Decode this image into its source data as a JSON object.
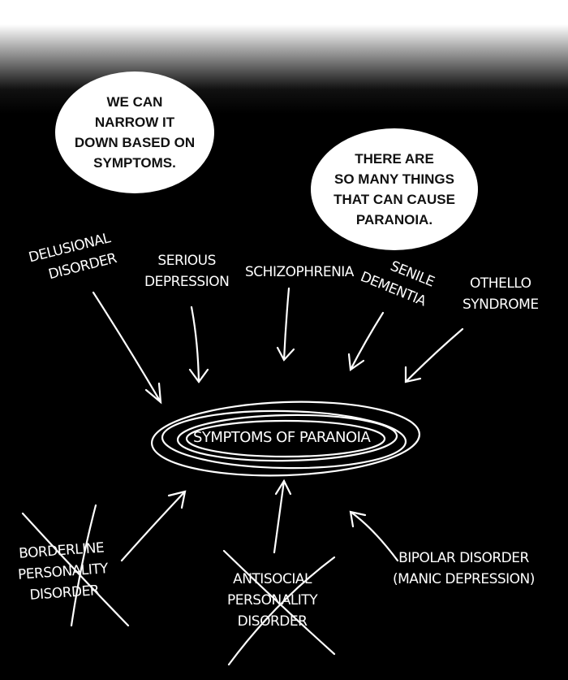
{
  "bubbles": [
    {
      "lines": [
        "WE CAN",
        "NARROW IT",
        "DOWN BASED ON",
        "SYMPTOMS."
      ]
    },
    {
      "lines": [
        "THERE ARE",
        "SO MANY THINGS",
        "THAT CAN CAUSE",
        "PARANOIA."
      ]
    }
  ],
  "causes": [
    {
      "lines": [
        "DELUSIONAL",
        "DISORDER"
      ]
    },
    {
      "lines": [
        "SERIOUS",
        "DEPRESSION"
      ]
    },
    {
      "lines": [
        "SCHIZOPHRENIA"
      ]
    },
    {
      "lines": [
        "SENILE",
        "DEMENTIA"
      ]
    },
    {
      "lines": [
        "OTHELLO",
        "SYNDROME"
      ]
    }
  ],
  "center": "SYMPTOMS OF PARANOIA",
  "lower": [
    {
      "lines": [
        "BORDERLINE",
        "PERSONALITY",
        "DISORDER"
      ],
      "crossed_out": true
    },
    {
      "lines": [
        "ANTISOCIAL",
        "PERSONALITY",
        "DISORDER"
      ],
      "crossed_out": true
    },
    {
      "lines": [
        "BIPOLAR DISORDER",
        "(MANIC DEPRESSION)"
      ],
      "crossed_out": false
    }
  ]
}
